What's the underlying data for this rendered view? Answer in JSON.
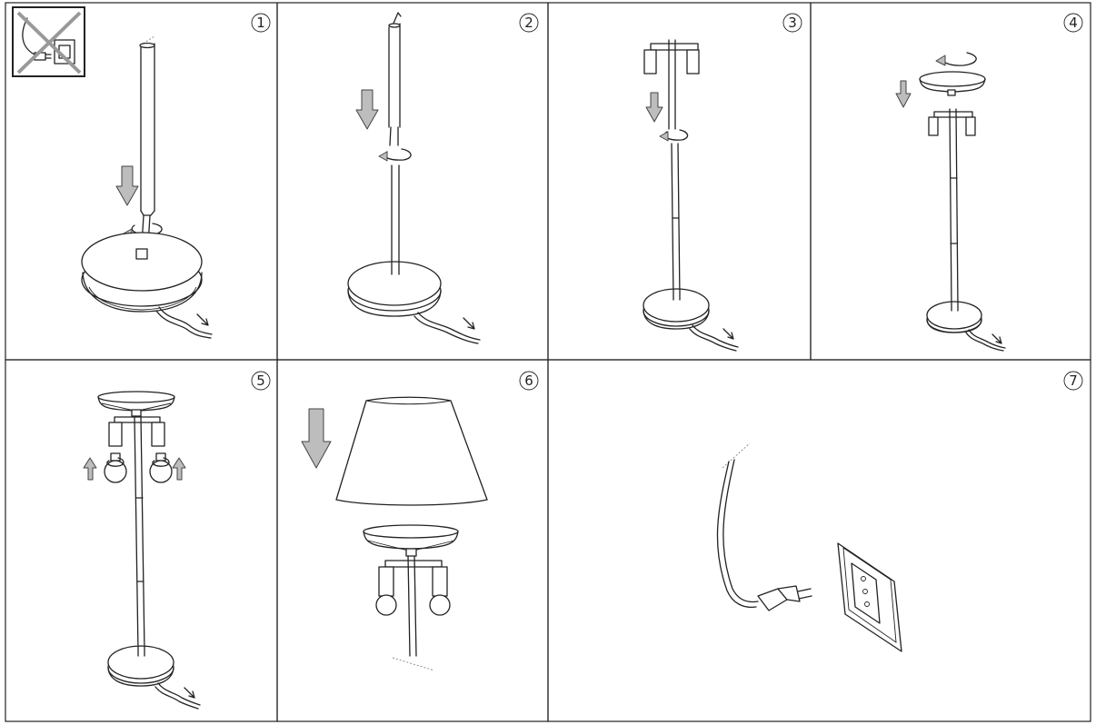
{
  "steps": [
    {
      "number": "1"
    },
    {
      "number": "2"
    },
    {
      "number": "3"
    },
    {
      "number": "4"
    },
    {
      "number": "5"
    },
    {
      "number": "6"
    },
    {
      "number": "7"
    }
  ],
  "icons": {
    "unplug_warning": "unplug-before-assembly-icon",
    "arrow": "down-arrow-icon",
    "rotate": "rotate-arrow-icon"
  },
  "colors": {
    "line": "#222222",
    "arrow_fill": "#bdbdbd",
    "background": "#ffffff"
  }
}
